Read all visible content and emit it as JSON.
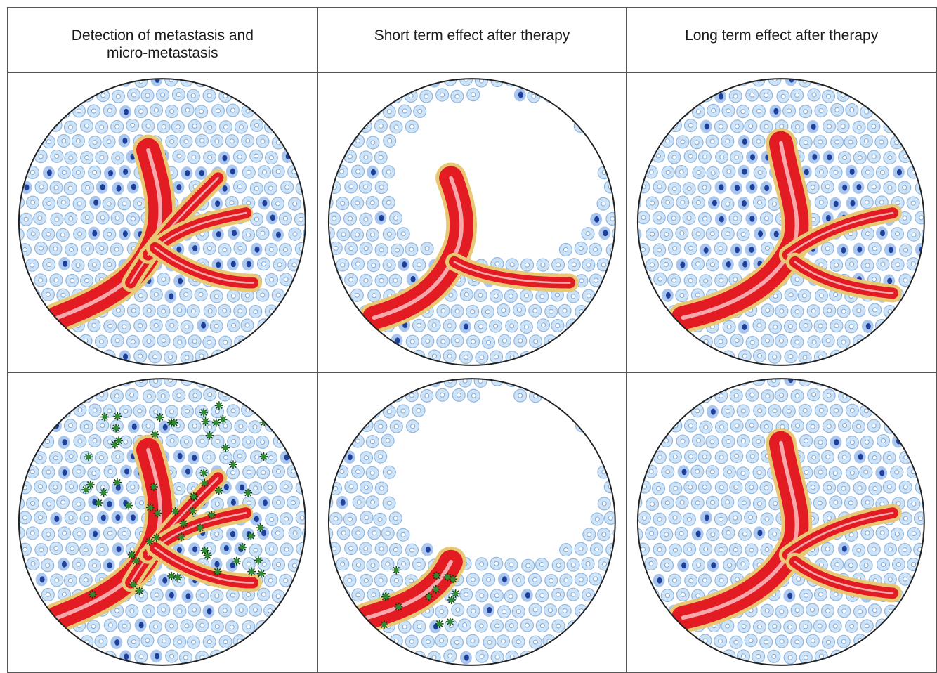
{
  "headers": [
    "Detection of metastasis and micro-metastasis",
    "Short term effect after therapy",
    "Long term effect after therapy"
  ],
  "colors": {
    "cell_light_fill": "#cfe3f7",
    "cell_light_stroke": "#8fb6e0",
    "cell_nucleus_light": "#7fa8d8",
    "cell_dark_fill": "#a9c6ee",
    "cell_dark_nucleus": "#1f3f9c",
    "vessel_red": "#e31b23",
    "vessel_highlight": "#f7b8bc",
    "endothelial_tan": "#e8c874",
    "micro_metastasis_green": "#2e8b2e",
    "grid_line": "#555555"
  },
  "panels": [
    {
      "column": "detection",
      "micro_metastasis": false,
      "cleared_region": false,
      "dense_tumor": true
    },
    {
      "column": "short-term",
      "micro_metastasis": false,
      "cleared_region": true,
      "dense_tumor": false
    },
    {
      "column": "long-term",
      "micro_metastasis": false,
      "cleared_region": false,
      "dense_tumor": true
    },
    {
      "column": "detection",
      "micro_metastasis": true,
      "cleared_region": false,
      "dense_tumor": true
    },
    {
      "column": "short-term",
      "micro_metastasis": true,
      "cleared_region": true,
      "dense_tumor": false
    },
    {
      "column": "long-term",
      "micro_metastasis": false,
      "cleared_region": false,
      "dense_tumor": false
    }
  ]
}
